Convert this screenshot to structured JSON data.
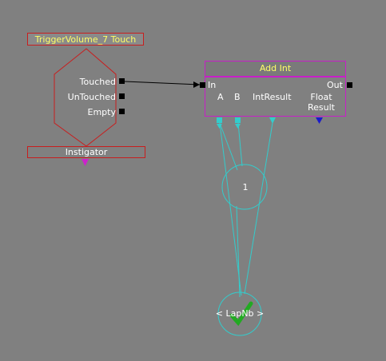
{
  "event": {
    "title": "TriggerVolume_7 Touch",
    "outputs": [
      "Touched",
      "UnTouched",
      "Empty"
    ],
    "variable_link": "Instigator"
  },
  "action": {
    "title": "Add Int",
    "input": "In",
    "output": "Out",
    "var_links": [
      "A",
      "B",
      "IntResult",
      "Float Result"
    ]
  },
  "variables": {
    "literal_value": "1",
    "named_variable": "< LapNb >"
  },
  "colors": {
    "background": "#808080",
    "event_border": "#c81e1e",
    "action_border": "#c81ec8",
    "title_text": "#ffff66",
    "link_color": "#33cccc",
    "int_var_pin": "#33cccc",
    "float_var_pin": "#1a1acc",
    "object_var_pin": "#cc22cc",
    "check_color": "#22aa22"
  }
}
